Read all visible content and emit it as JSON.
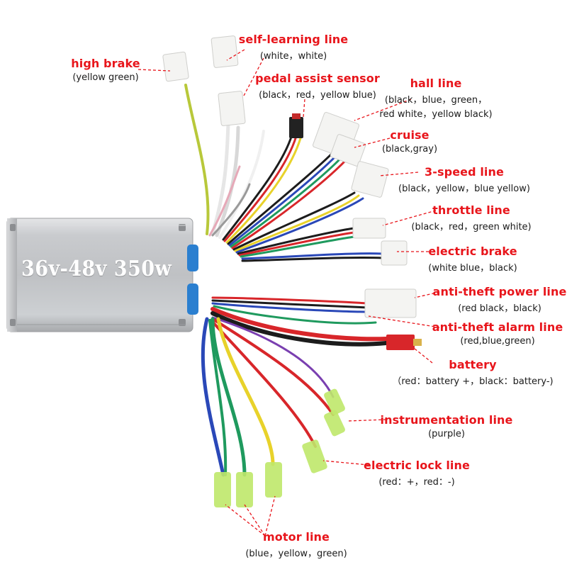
{
  "controller": {
    "rating_text": "36v-48v 350w"
  },
  "labels": {
    "high_brake": {
      "name": "high brake",
      "colors": "(yellow green)"
    },
    "self_learning": {
      "name": "self-learning line",
      "colors": "(white，white)"
    },
    "pedal_assist": {
      "name": "pedal assist sensor",
      "colors": "(black，red，yellow blue)"
    },
    "hall": {
      "name": "hall line",
      "colors_line1": "(black，blue，green，",
      "colors_line2": "red white，yellow black)"
    },
    "cruise": {
      "name": "cruise",
      "colors": "(black,gray)"
    },
    "three_speed": {
      "name": "3-speed line",
      "colors": "(black，yellow，blue yellow)"
    },
    "throttle": {
      "name": "throttle line",
      "colors": "(black，red，green white)"
    },
    "electric_brake": {
      "name": "electric brake",
      "colors": "(white blue，black)"
    },
    "anti_theft_power": {
      "name": "anti-theft power line",
      "colors": "(red black，black)"
    },
    "anti_theft_alarm": {
      "name": "anti-theft alarm line",
      "colors": "(red,blue,green)"
    },
    "battery": {
      "name": "battery",
      "colors": "（red：battery +，black：battery-)"
    },
    "instrumentation": {
      "name": "instrumentation line",
      "colors": "(purple)"
    },
    "electric_lock": {
      "name": "electric lock line",
      "colors": "(red：+，red：-)"
    },
    "motor": {
      "name": "motor line",
      "colors": "(blue，yellow，green)"
    }
  },
  "wire_colors": {
    "red": "#d8262a",
    "black": "#1c1c1c",
    "yellow": "#e8d22a",
    "green": "#1f9a5e",
    "blue": "#2a48b8",
    "white": "#e9e9e9",
    "purple": "#7a3fb0",
    "gray": "#9a9a9a",
    "pink": "#e6a9b8",
    "yellow_green": "#b8c83a"
  }
}
